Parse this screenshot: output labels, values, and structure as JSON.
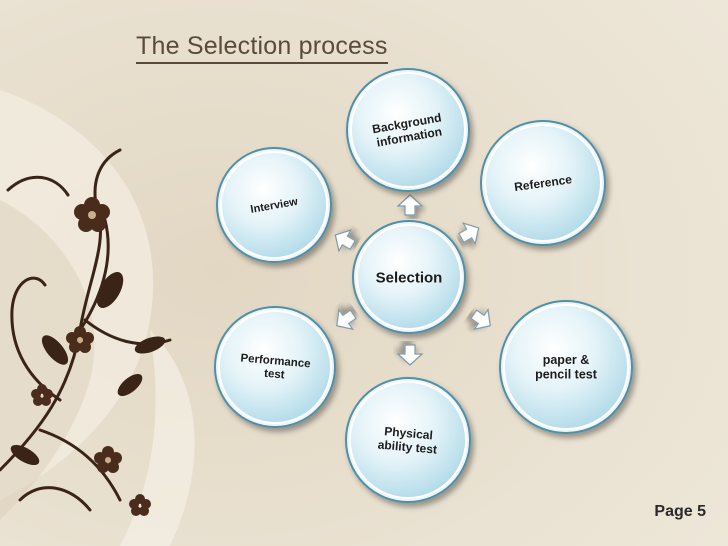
{
  "slide": {
    "title": "The Selection process",
    "page_label": "Page 5"
  },
  "diagram": {
    "center": {
      "label": [
        "Selection"
      ]
    },
    "nodes": [
      {
        "id": "background",
        "label": [
          "Background",
          "information"
        ],
        "angle": -10
      },
      {
        "id": "reference",
        "label": [
          "Reference"
        ],
        "angle": -8
      },
      {
        "id": "paper",
        "label": [
          "paper &",
          "pencil test"
        ],
        "angle": 0
      },
      {
        "id": "physical",
        "label": [
          "Physical",
          "ability test"
        ],
        "angle": 5
      },
      {
        "id": "performance",
        "label": [
          "Performance",
          "test"
        ],
        "angle": 5
      },
      {
        "id": "interview",
        "label": [
          "Interview"
        ],
        "angle": -10
      }
    ],
    "colors": {
      "circle_fill_inner": "#ffffff",
      "circle_fill_outer": "#a7d6e6",
      "circle_ring": "#4f8fa8",
      "arrow_fill": "#ffffff",
      "arrow_stroke": "#7d9aa6",
      "decor": "#3a2418"
    }
  }
}
